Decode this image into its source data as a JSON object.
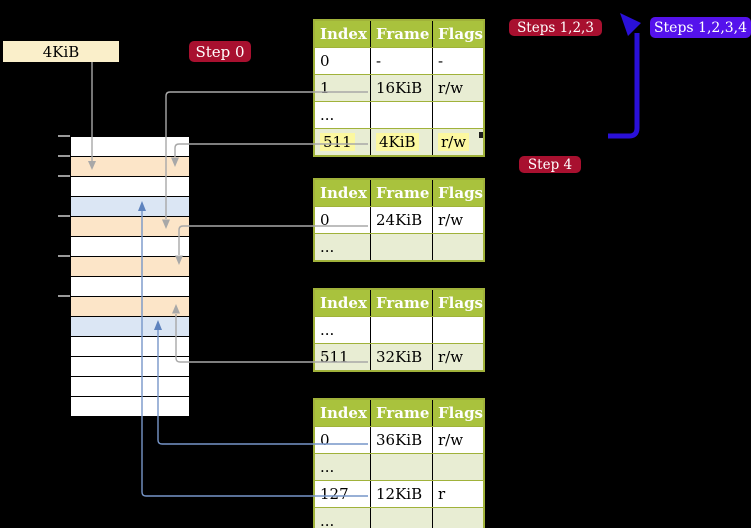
{
  "labels": {
    "frame_4kib": "4KiB",
    "step0": "Step 0",
    "steps123": "Steps 1,2,3",
    "steps1234": "Steps 1,2,3,4",
    "step4": "Step 4"
  },
  "colors": {
    "background": "#000000",
    "crimson_badge": "#a8102f",
    "violet_badge": "#5512ec",
    "cream_label": "#faefca",
    "table_header_bg": "#a9c23d",
    "table_border": "#a0b23a",
    "row_shade": "#e8edd3",
    "highlight_yellow": "#fcf8a0",
    "strip_peach": "#fce5c8",
    "strip_blue": "#dbe6f4",
    "strip_white": "#ffffff",
    "gray_line": "#a8a8a8",
    "blue_line": "#7796c9",
    "blue_arrowhead": "#5e83be",
    "thick_arrow_blue": "#2a10d8"
  },
  "tables": [
    {
      "headers": [
        "Index",
        "Frame",
        "Flags"
      ],
      "rows": [
        {
          "cells": [
            "0",
            "-",
            "-"
          ],
          "shade": false,
          "highlight": false
        },
        {
          "cells": [
            "1",
            "16KiB",
            "r/w"
          ],
          "shade": true,
          "highlight": false
        },
        {
          "cells": [
            "...",
            "",
            ""
          ],
          "shade": false,
          "highlight": false
        },
        {
          "cells": [
            "511",
            "4KiB",
            "r/w"
          ],
          "shade": true,
          "highlight": true
        }
      ]
    },
    {
      "headers": [
        "Index",
        "Frame",
        "Flags"
      ],
      "rows": [
        {
          "cells": [
            "0",
            "24KiB",
            "r/w"
          ],
          "shade": false,
          "highlight": false
        },
        {
          "cells": [
            "...",
            "",
            ""
          ],
          "shade": true,
          "highlight": false
        }
      ]
    },
    {
      "headers": [
        "Index",
        "Frame",
        "Flags"
      ],
      "rows": [
        {
          "cells": [
            "...",
            "",
            ""
          ],
          "shade": false,
          "highlight": false
        },
        {
          "cells": [
            "511",
            "32KiB",
            "r/w"
          ],
          "shade": true,
          "highlight": false
        }
      ]
    },
    {
      "headers": [
        "Index",
        "Frame",
        "Flags"
      ],
      "rows": [
        {
          "cells": [
            "0",
            "36KiB",
            "r/w"
          ],
          "shade": false,
          "highlight": false
        },
        {
          "cells": [
            "...",
            "",
            ""
          ],
          "shade": true,
          "highlight": false
        },
        {
          "cells": [
            "127",
            "12KiB",
            "r"
          ],
          "shade": false,
          "highlight": false
        },
        {
          "cells": [
            "...",
            "",
            ""
          ],
          "shade": true,
          "highlight": false
        }
      ]
    }
  ],
  "memory_strip": {
    "rows": [
      "white",
      "peach",
      "white",
      "blue",
      "peach",
      "white",
      "peach",
      "white",
      "peach",
      "blue",
      "white",
      "white",
      "white",
      "white"
    ],
    "tick_rows": [
      0,
      1,
      2,
      4,
      6,
      8
    ]
  }
}
